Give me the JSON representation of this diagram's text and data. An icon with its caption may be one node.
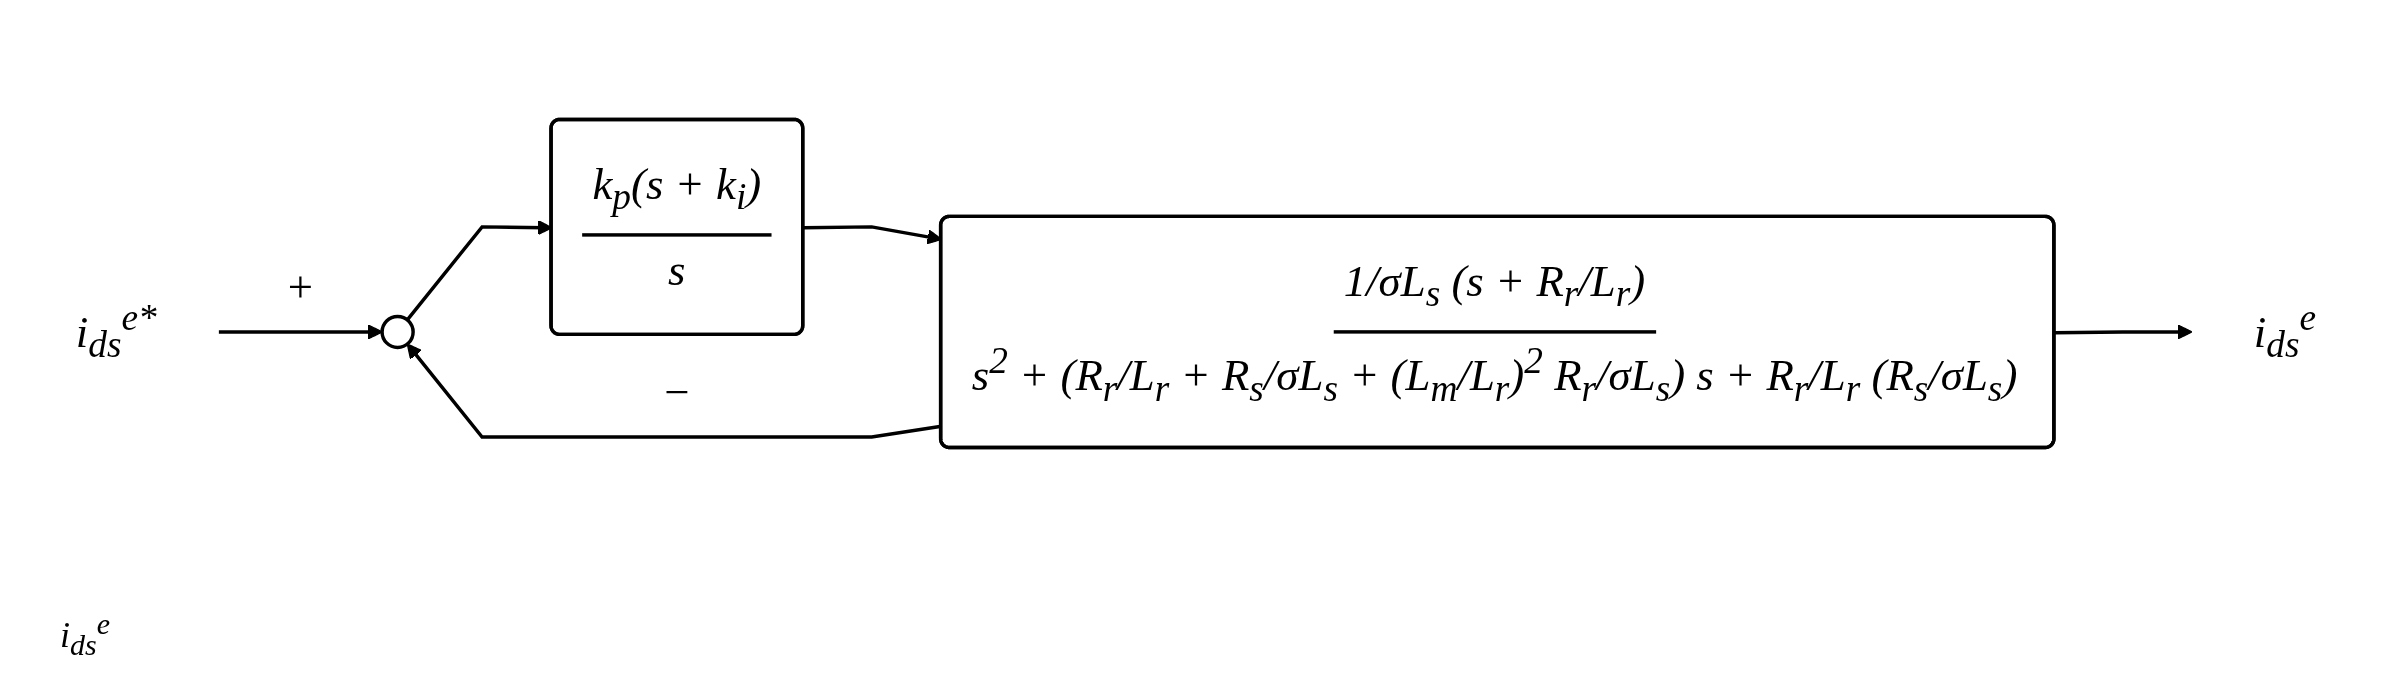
{
  "diagram": {
    "nodes": [
      {
        "text": [
          "i$_{ds}$$^{e*}$"
        ]
      },
      {
        "text": [],
        "shape": "circle"
      },
      {
        "text": [
          "k$_{p}$(s + k$_{i}$)",
          "s"
        ]
      },
      {
        "text": [
          "1/σL$_{s}$ (s + R$_{r}$/L$_{r}$)",
          "s$^{2}$ + (R$_{r}$/L$_{r}$ + R$_{s}$/σL$_{s}$ + (L$_{m}$/L$_{r}$)$^{2}$ R$_{r}$/σL$_{s}$) s + R$_{r}$/L$_{r}$ (R$_{s}$/σL$_{s}$)"
        ]
      },
      {
        "text": [
          "i$_{ds}$$^{e}$"
        ]
      }
    ],
    "edges": [
      {
        "from": 0,
        "to": 1,
        "arrow": "to",
        "label": "+"
      },
      {
        "from": 1,
        "to": 2,
        "arrow": "to"
      },
      {
        "from": 2,
        "to": 3,
        "arrow": "to"
      },
      {
        "from": 3,
        "to": 4,
        "arrow": "to"
      },
      {
        "from": 3,
        "to": 1,
        "arrow": "to",
        "label": "−"
      }
    ],
    "labels": [
      "i$_{ds}$$^{e}$"
    ]
  }
}
